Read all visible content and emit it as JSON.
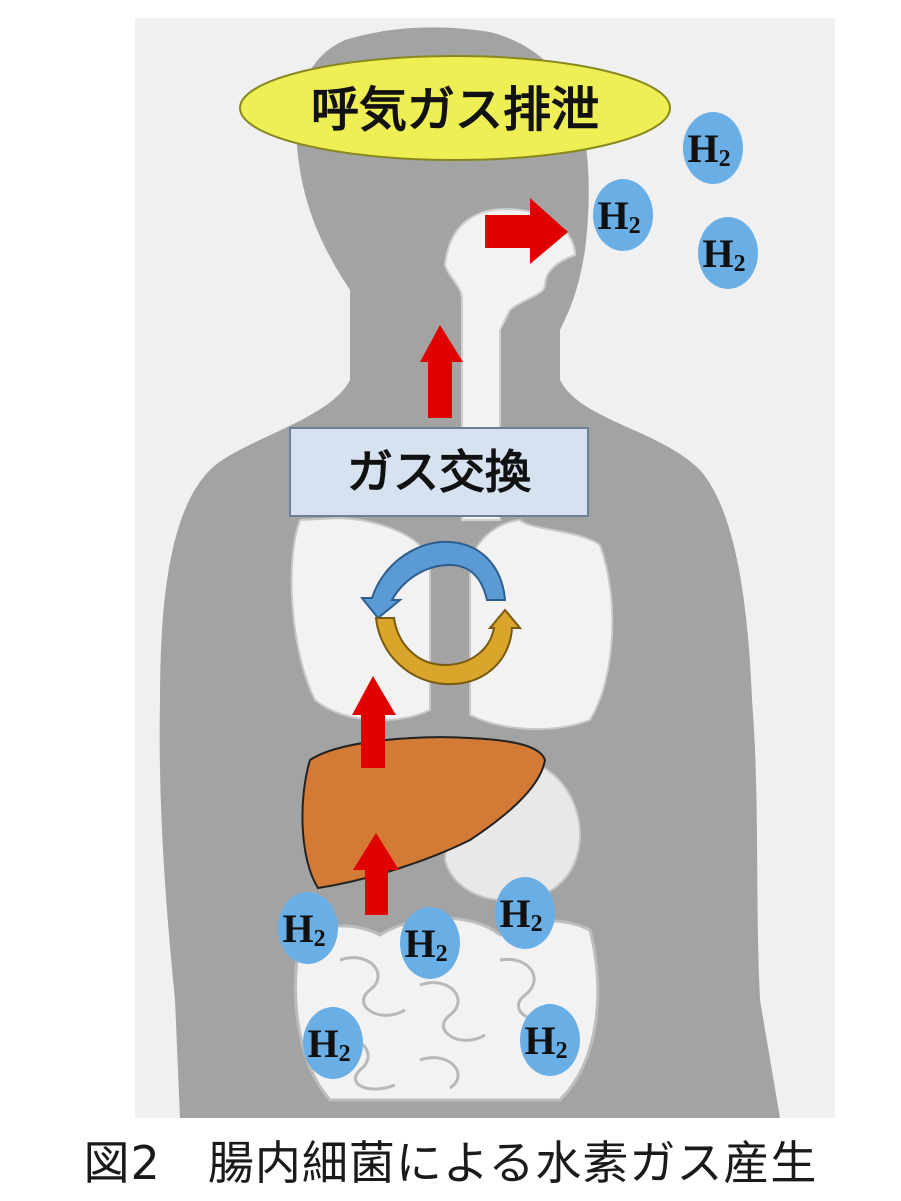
{
  "diagram": {
    "exhale_label": "呼気ガス排泄",
    "exchange_label": "ガス交換",
    "molecule_main": "H",
    "molecule_sub": "2",
    "caption": "図2　腸内細菌による水素ガス産生"
  },
  "colors": {
    "body": "#a3a3a3",
    "background": "#f0f0f0",
    "organ_light": "#f2f2f2",
    "liver": "#d47a37",
    "arrow": "#e00000",
    "molecule": "#6aaee6",
    "ellipse": "#eeee55",
    "box": "#d6e2f0",
    "cycle_blue": "#5b9bd5",
    "cycle_gold": "#d9a52a"
  },
  "icons": [
    "body-silhouette",
    "liver-shape",
    "circulation-cycle-icon",
    "up-arrow-icon",
    "right-arrow-icon"
  ]
}
